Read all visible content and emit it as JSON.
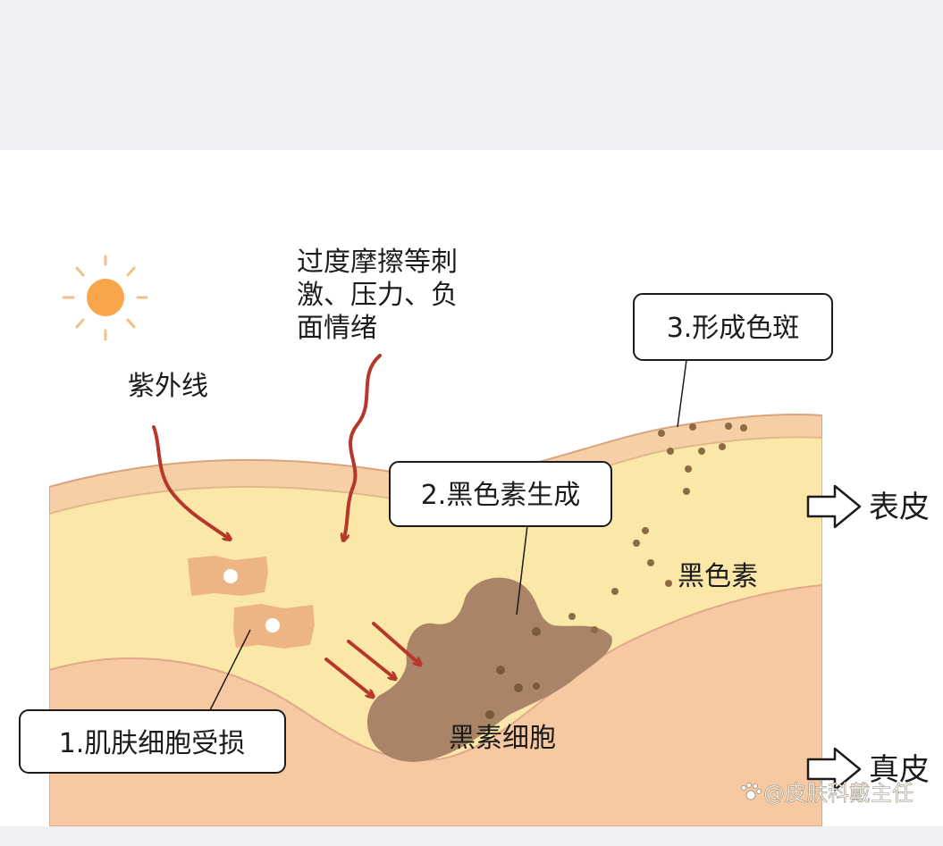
{
  "labels": {
    "uv": "紫外线",
    "stimulus_line1": "过度摩擦等刺",
    "stimulus_line2": "激、压力、负",
    "stimulus_line3": "面情绪",
    "epidermis": "表皮",
    "dermis": "真皮",
    "melanin": "黑色素",
    "melanocyte": "黑素细胞"
  },
  "steps": [
    {
      "label": "1.肌肤细胞受损"
    },
    {
      "label": "2.黑色素生成"
    },
    {
      "label": "3.形成色斑"
    }
  ],
  "watermark": "@皮肤科戴主任",
  "colors": {
    "epidermis": "#fbe7a8",
    "dermis": "#f7c9a3",
    "epidermis_top_band": "#f6cfa6",
    "melanocyte": "#a98467",
    "melanin_dot": "#8b6b45",
    "arrow": "#b5382a",
    "damaged_cell": "#eeb584",
    "sun": "#f9a64a"
  }
}
